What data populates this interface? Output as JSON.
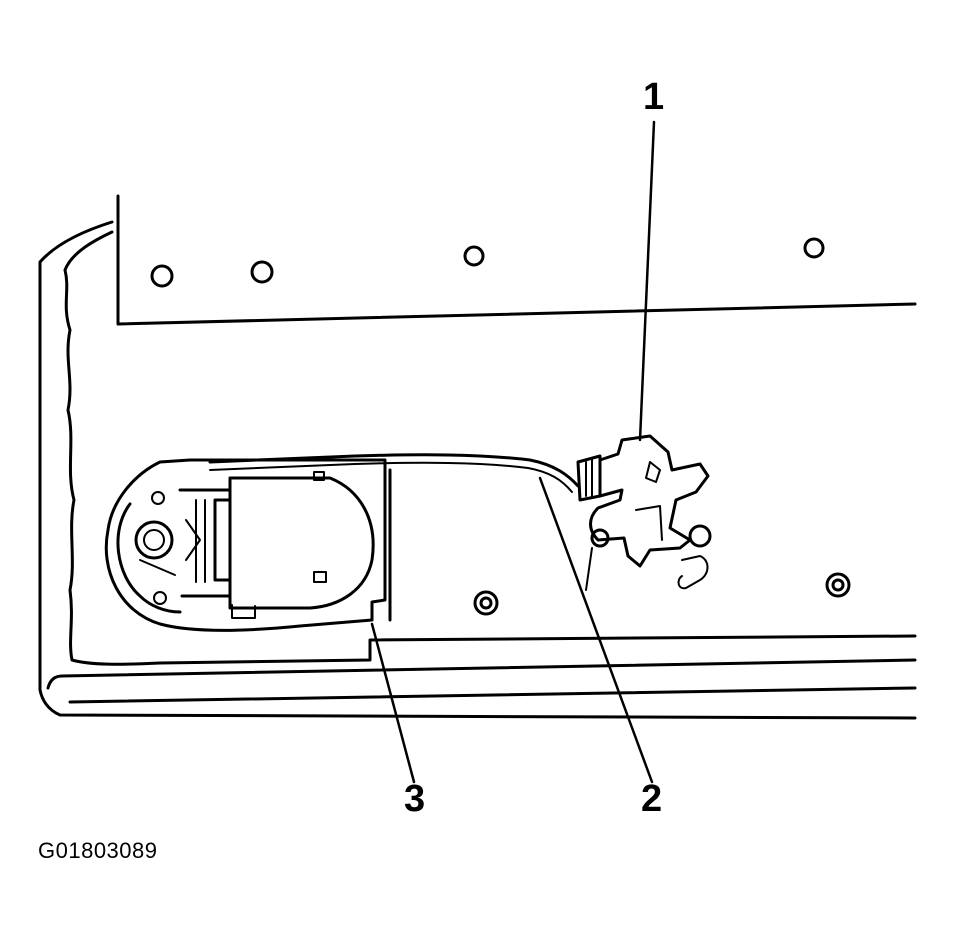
{
  "callouts": [
    {
      "label": "1"
    },
    {
      "label": "2"
    },
    {
      "label": "3"
    }
  ],
  "figure_id": "G01803089",
  "colors": {
    "line": "#000000",
    "background": "#ffffff"
  }
}
